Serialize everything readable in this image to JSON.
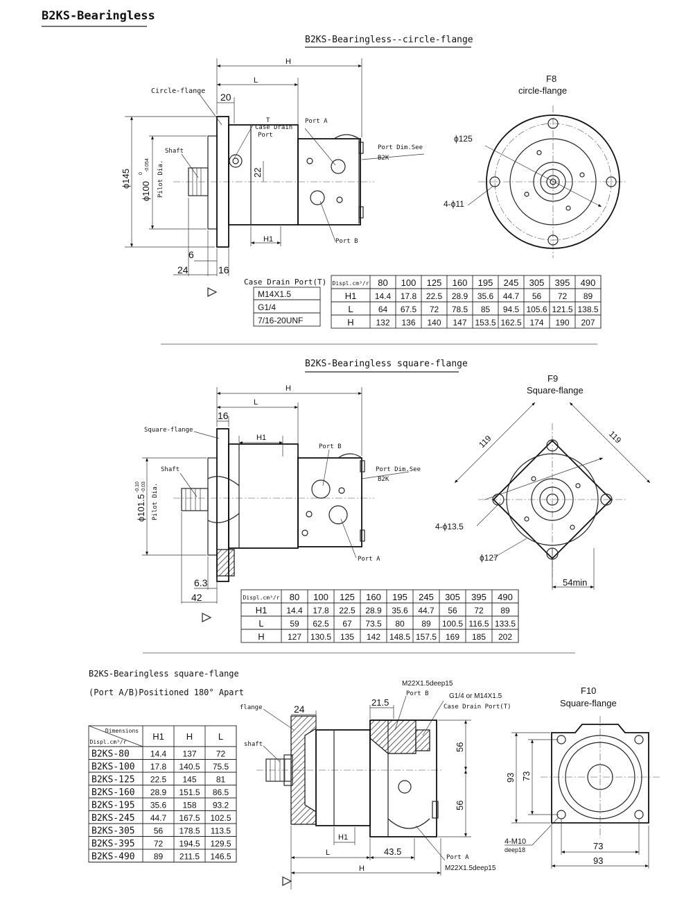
{
  "page_title": "B2KS-Bearingless",
  "section1": {
    "title": "B2KS-Bearingless--circle-flange",
    "labels": {
      "H": "H",
      "L": "L",
      "d20": "20",
      "circle_flange": "Circle-flange",
      "T": "T",
      "case_drain_port": "Case Drain",
      "port_word": "Port",
      "port_a": "Port A",
      "port_b": "Port B",
      "port_dim": "Port Dim.See",
      "b2k": "B2K",
      "shaft": "Shaft",
      "d22": "22",
      "phi145": "ϕ145",
      "phi100": "ϕ100",
      "phi100_tol": "0",
      "phi100_tol2": "-0.054",
      "pilot": "Pilot Dia.",
      "H1": "H1",
      "d6": "6",
      "d24": "24",
      "d16": "16"
    },
    "side_title": "F8",
    "side_subtitle": "circle-flange",
    "side_labels": {
      "phi125": "ϕ125",
      "holes": "4-ϕ11"
    },
    "drain_table": {
      "header": "Case Drain Port(T)",
      "rows": [
        "M14X1.5",
        "G1/4",
        "7/16-20UNF"
      ]
    },
    "dims_table": {
      "header_label": "Displ.cm³/r",
      "columns": [
        "80",
        "100",
        "125",
        "160",
        "195",
        "245",
        "305",
        "395",
        "490"
      ],
      "rows": [
        {
          "label": "H1",
          "values": [
            "14.4",
            "17.8",
            "22.5",
            "28.9",
            "35.6",
            "44.7",
            "56",
            "72",
            "89"
          ]
        },
        {
          "label": "L",
          "values": [
            "64",
            "67.5",
            "72",
            "78.5",
            "85",
            "94.5",
            "105.6",
            "121.5",
            "138.5"
          ]
        },
        {
          "label": "H",
          "values": [
            "132",
            "136",
            "140",
            "147",
            "153.5",
            "162.5",
            "174",
            "190",
            "207"
          ]
        }
      ]
    }
  },
  "section2": {
    "title": "B2KS-Bearingless square-flange",
    "labels": {
      "H": "H",
      "L": "L",
      "d16": "16",
      "square_flange": "Square-flange",
      "H1": "H1",
      "port_b": "Port B",
      "port_a": "Port A",
      "port_dim": "Port Dim.See",
      "b2k": "B2K",
      "shaft": "Shaft",
      "phi101": "ϕ101.5",
      "tol1": "-0.10",
      "tol2": "-0.03",
      "pilot": "Pilot Dia.",
      "d63": "6.3",
      "d42": "42"
    },
    "side_title": "F9",
    "side_subtitle": "Square-flange",
    "side_labels": {
      "d119a": "119",
      "d119b": "119",
      "holes": "4-ϕ13.5",
      "phi127": "ϕ127",
      "min54": "54min"
    },
    "dims_table": {
      "header_label": "Displ.cm³/r",
      "columns": [
        "80",
        "100",
        "125",
        "160",
        "195",
        "245",
        "305",
        "395",
        "490"
      ],
      "rows": [
        {
          "label": "H1",
          "values": [
            "14.4",
            "17.8",
            "22.5",
            "28.9",
            "35.6",
            "44.7",
            "56",
            "72",
            "89"
          ]
        },
        {
          "label": "L",
          "values": [
            "59",
            "62.5",
            "67",
            "73.5",
            "80",
            "89",
            "100.5",
            "116.5",
            "133.5"
          ]
        },
        {
          "label": "H",
          "values": [
            "127",
            "130.5",
            "135",
            "142",
            "148.5",
            "157.5",
            "169",
            "185",
            "202"
          ]
        }
      ]
    }
  },
  "section3": {
    "title": "B2KS-Bearingless square-flange",
    "subtitle": "(Port A/B)Positioned 180° Apart",
    "labels": {
      "flange": "flange",
      "shaft": "shaft",
      "d24": "24",
      "d215": "21.5",
      "m22_top": "M22X1.5deep15",
      "port_b": "Port B",
      "g14": "G1/4 or M14X1.5",
      "case_drain": "Case Drain Port(T)",
      "d56a": "56",
      "d56b": "56",
      "H1": "H1",
      "L": "L",
      "d435": "43.5",
      "H": "H",
      "port_a": "Port A",
      "m22_bottom": "M22X1.5deep15"
    },
    "side_title": "F10",
    "side_subtitle": "Square-flange",
    "side_labels": {
      "d93v": "93",
      "d73v": "73",
      "holes": "4-M10",
      "deep": "deep18",
      "d73h": "73",
      "d93h": "93"
    },
    "model_table": {
      "corner_top": "Dimensions",
      "corner_bottom": "Displ.cm³/r",
      "columns": [
        "H1",
        "H",
        "L"
      ],
      "rows": [
        {
          "model": "B2KS-80",
          "values": [
            "14.4",
            "137",
            "72"
          ]
        },
        {
          "model": "B2KS-100",
          "values": [
            "17.8",
            "140.5",
            "75.5"
          ]
        },
        {
          "model": "B2KS-125",
          "values": [
            "22.5",
            "145",
            "81"
          ]
        },
        {
          "model": "B2KS-160",
          "values": [
            "28.9",
            "151.5",
            "86.5"
          ]
        },
        {
          "model": "B2KS-195",
          "values": [
            "35.6",
            "158",
            "93.2"
          ]
        },
        {
          "model": "B2KS-245",
          "values": [
            "44.7",
            "167.5",
            "102.5"
          ]
        },
        {
          "model": "B2KS-305",
          "values": [
            "56",
            "178.5",
            "113.5"
          ]
        },
        {
          "model": "B2KS-395",
          "values": [
            "72",
            "194.5",
            "129.5"
          ]
        },
        {
          "model": "B2KS-490",
          "values": [
            "89",
            "211.5",
            "146.5"
          ]
        }
      ]
    }
  }
}
